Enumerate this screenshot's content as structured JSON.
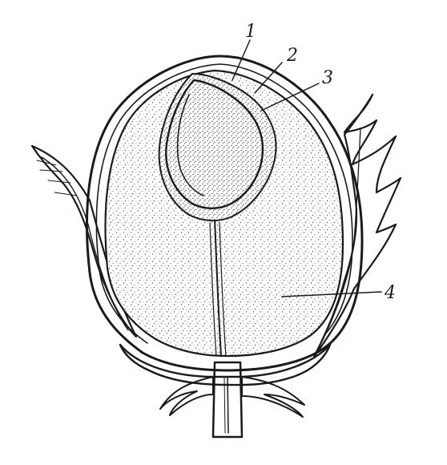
{
  "figure": {
    "labels": [
      {
        "id": "label-1",
        "text": "1"
      },
      {
        "id": "label-2",
        "text": "2"
      },
      {
        "id": "label-3",
        "text": "3"
      },
      {
        "id": "label-4",
        "text": "4"
      }
    ],
    "colors": {
      "ink": "#1a1a1a",
      "stipple": "#555555",
      "background": "#ffffff"
    }
  }
}
